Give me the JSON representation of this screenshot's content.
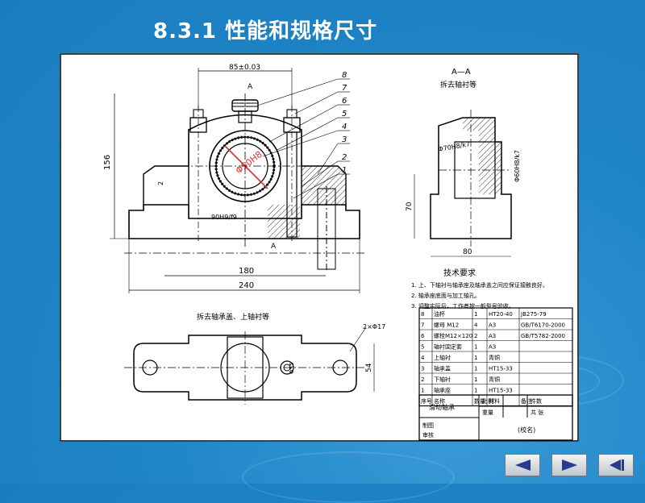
{
  "slide": {
    "title": "8.3.1 性能和规格尺寸"
  },
  "drawing": {
    "main_view": {
      "dim_85": "85±0.03",
      "dim_156": "156",
      "dim_180": "180",
      "dim_240": "240",
      "dim_2": "2",
      "dim_90": "90H9/f9",
      "diameter": "Φ50H8",
      "section_marks": [
        "A",
        "A"
      ],
      "part_numbers": [
        "8",
        "7",
        "6",
        "5",
        "4",
        "3",
        "2",
        "1"
      ]
    },
    "section_view": {
      "title": "A—A",
      "subtitle": "拆去轴衬等",
      "dim_d70": "Φ70H8/k7",
      "dim_d60": "Φ60H8/k7",
      "dim_70": "70",
      "dim_80": "80"
    },
    "top_view": {
      "title": "拆去轴承盖、上轴衬等",
      "dim_holes": "2×Φ17",
      "dim_54": "54",
      "dim_d55": "Φ55"
    },
    "tech_req": {
      "title": "技术要求",
      "lines": [
        "1. 上、下轴衬与轴承座及轴承盖之间应保证接触良好。",
        "2. 轴承座底面与加工轴孔。",
        "3. 调整实际后，工作者按一般型号验收。"
      ]
    },
    "bom": {
      "rows": [
        [
          "8",
          "油杯",
          "1",
          "HT20-40",
          "JB275-79"
        ],
        [
          "7",
          "螺母 M12",
          "4",
          "A3",
          "GB/T6170-2000"
        ],
        [
          "6",
          "螺栓M12×120",
          "2",
          "A3",
          "GB/T5782-2000"
        ],
        [
          "5",
          "轴衬固定套",
          "1",
          "A3",
          ""
        ],
        [
          "4",
          "上轴衬",
          "1",
          "青铜",
          ""
        ],
        [
          "3",
          "轴承盖",
          "1",
          "HT15-33",
          ""
        ],
        [
          "2",
          "下轴衬",
          "1",
          "青铜",
          ""
        ],
        [
          "1",
          "轴承座",
          "1",
          "HT15-33",
          ""
        ]
      ],
      "header": [
        "序号",
        "名称",
        "数量",
        "材料",
        "备注"
      ],
      "product_name": "滑动轴承",
      "ratio_label": "比例",
      "weight_label": "重量",
      "count_label": "件数",
      "sheet_label": "共 张",
      "drawer_label": "制图",
      "checker_label": "审核",
      "company": "(校名)"
    }
  },
  "nav": {
    "prev_icon": "triangle-left-icon",
    "next_icon": "triangle-right-icon",
    "end_icon": "skip-end-icon"
  },
  "colors": {
    "background": "#1f86c8",
    "title": "#ffffff",
    "drawing_bg": "#ffffff",
    "accent_red": "#e0302a"
  }
}
